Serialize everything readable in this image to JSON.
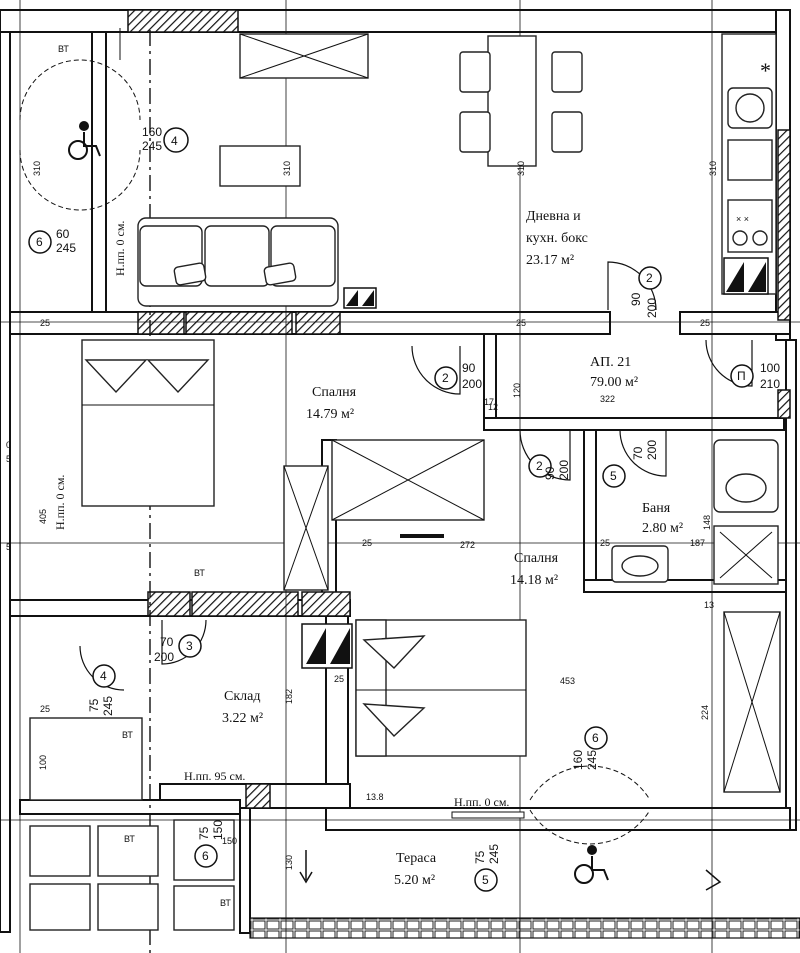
{
  "apartment": {
    "name": "АП. 21",
    "area": "79.00 м²"
  },
  "rooms": {
    "living": {
      "name_line1": "Дневна и",
      "name_line2": "кухн. бокс",
      "area": "23.17 м²"
    },
    "bedroom1": {
      "name": "Спалня",
      "area": "14.79 м²"
    },
    "bedroom2": {
      "name": "Спалня",
      "area": "14.18 м²"
    },
    "bath": {
      "name": "Баня",
      "area": "2.80 м²"
    },
    "storage": {
      "name": "Склад",
      "area": "3.22 м²"
    },
    "terrace": {
      "name": "Тераса",
      "area": "5.20 м²"
    }
  },
  "levels": {
    "living": "Н.пп. 0 см.",
    "west": "Н.пп. 0 см.",
    "storage": "Н.пп. 95 см.",
    "bedroom2": "Н.пп. 0 см."
  },
  "door_tags": {
    "d4_top": {
      "num": "4",
      "w": "160",
      "h": "245"
    },
    "d6_left": {
      "num": "6",
      "w": "60",
      "h": "245"
    },
    "d2_kitchen": {
      "num": "2",
      "w": "90",
      "h": "200"
    },
    "d2_bed1": {
      "num": "2",
      "w": "90",
      "h": "200"
    },
    "dP_entry": {
      "num": "П",
      "w": "100",
      "h": "210"
    },
    "d2_bed2": {
      "num": "2",
      "w": "90",
      "h": "200"
    },
    "d5_bath": {
      "num": "5",
      "w": "70",
      "h": "200"
    },
    "d3_storage": {
      "num": "3",
      "w": "70",
      "h": "200"
    },
    "d4_small": {
      "num": "4",
      "w": "75",
      "h": "245"
    },
    "d6_terrace": {
      "num": "6",
      "w": "160",
      "h": "245"
    },
    "d6_bottom": {
      "num": "6",
      "w": "75",
      "h": "150"
    },
    "d5_terrace": {
      "num": "5",
      "w": "75",
      "h": "245"
    }
  },
  "dims": {
    "d310a": "310",
    "d310b": "310",
    "d310c": "310",
    "d310d": "310",
    "d25a": "25",
    "d25b": "25",
    "d25c": "25",
    "d25d": "25",
    "d25e": "25",
    "d25f": "25",
    "d25g": "25",
    "d322": "322",
    "d272": "272",
    "d187": "187",
    "d453": "453",
    "d224": "224",
    "d120": "120",
    "d130": "130",
    "d405": "405",
    "d182": "182",
    "d100": "100",
    "d148": "148",
    "d12": "12",
    "d13_8": "13.8",
    "d150": "150",
    "d17": "17",
    "d13": "13",
    "side1": "0",
    "side2": "5",
    "side3": "5"
  },
  "marks": {
    "bt1": "ВТ",
    "bt2": "ВТ",
    "bt3": "ВТ",
    "bt4": "ВТ",
    "bt5": "ВТ",
    "star": "*"
  },
  "icons": [
    "accessibility-icon",
    "hatched-column",
    "stove-burners",
    "sink",
    "toilet",
    "shower-tray",
    "bed",
    "sofa",
    "dining-table",
    "arrow-down"
  ]
}
